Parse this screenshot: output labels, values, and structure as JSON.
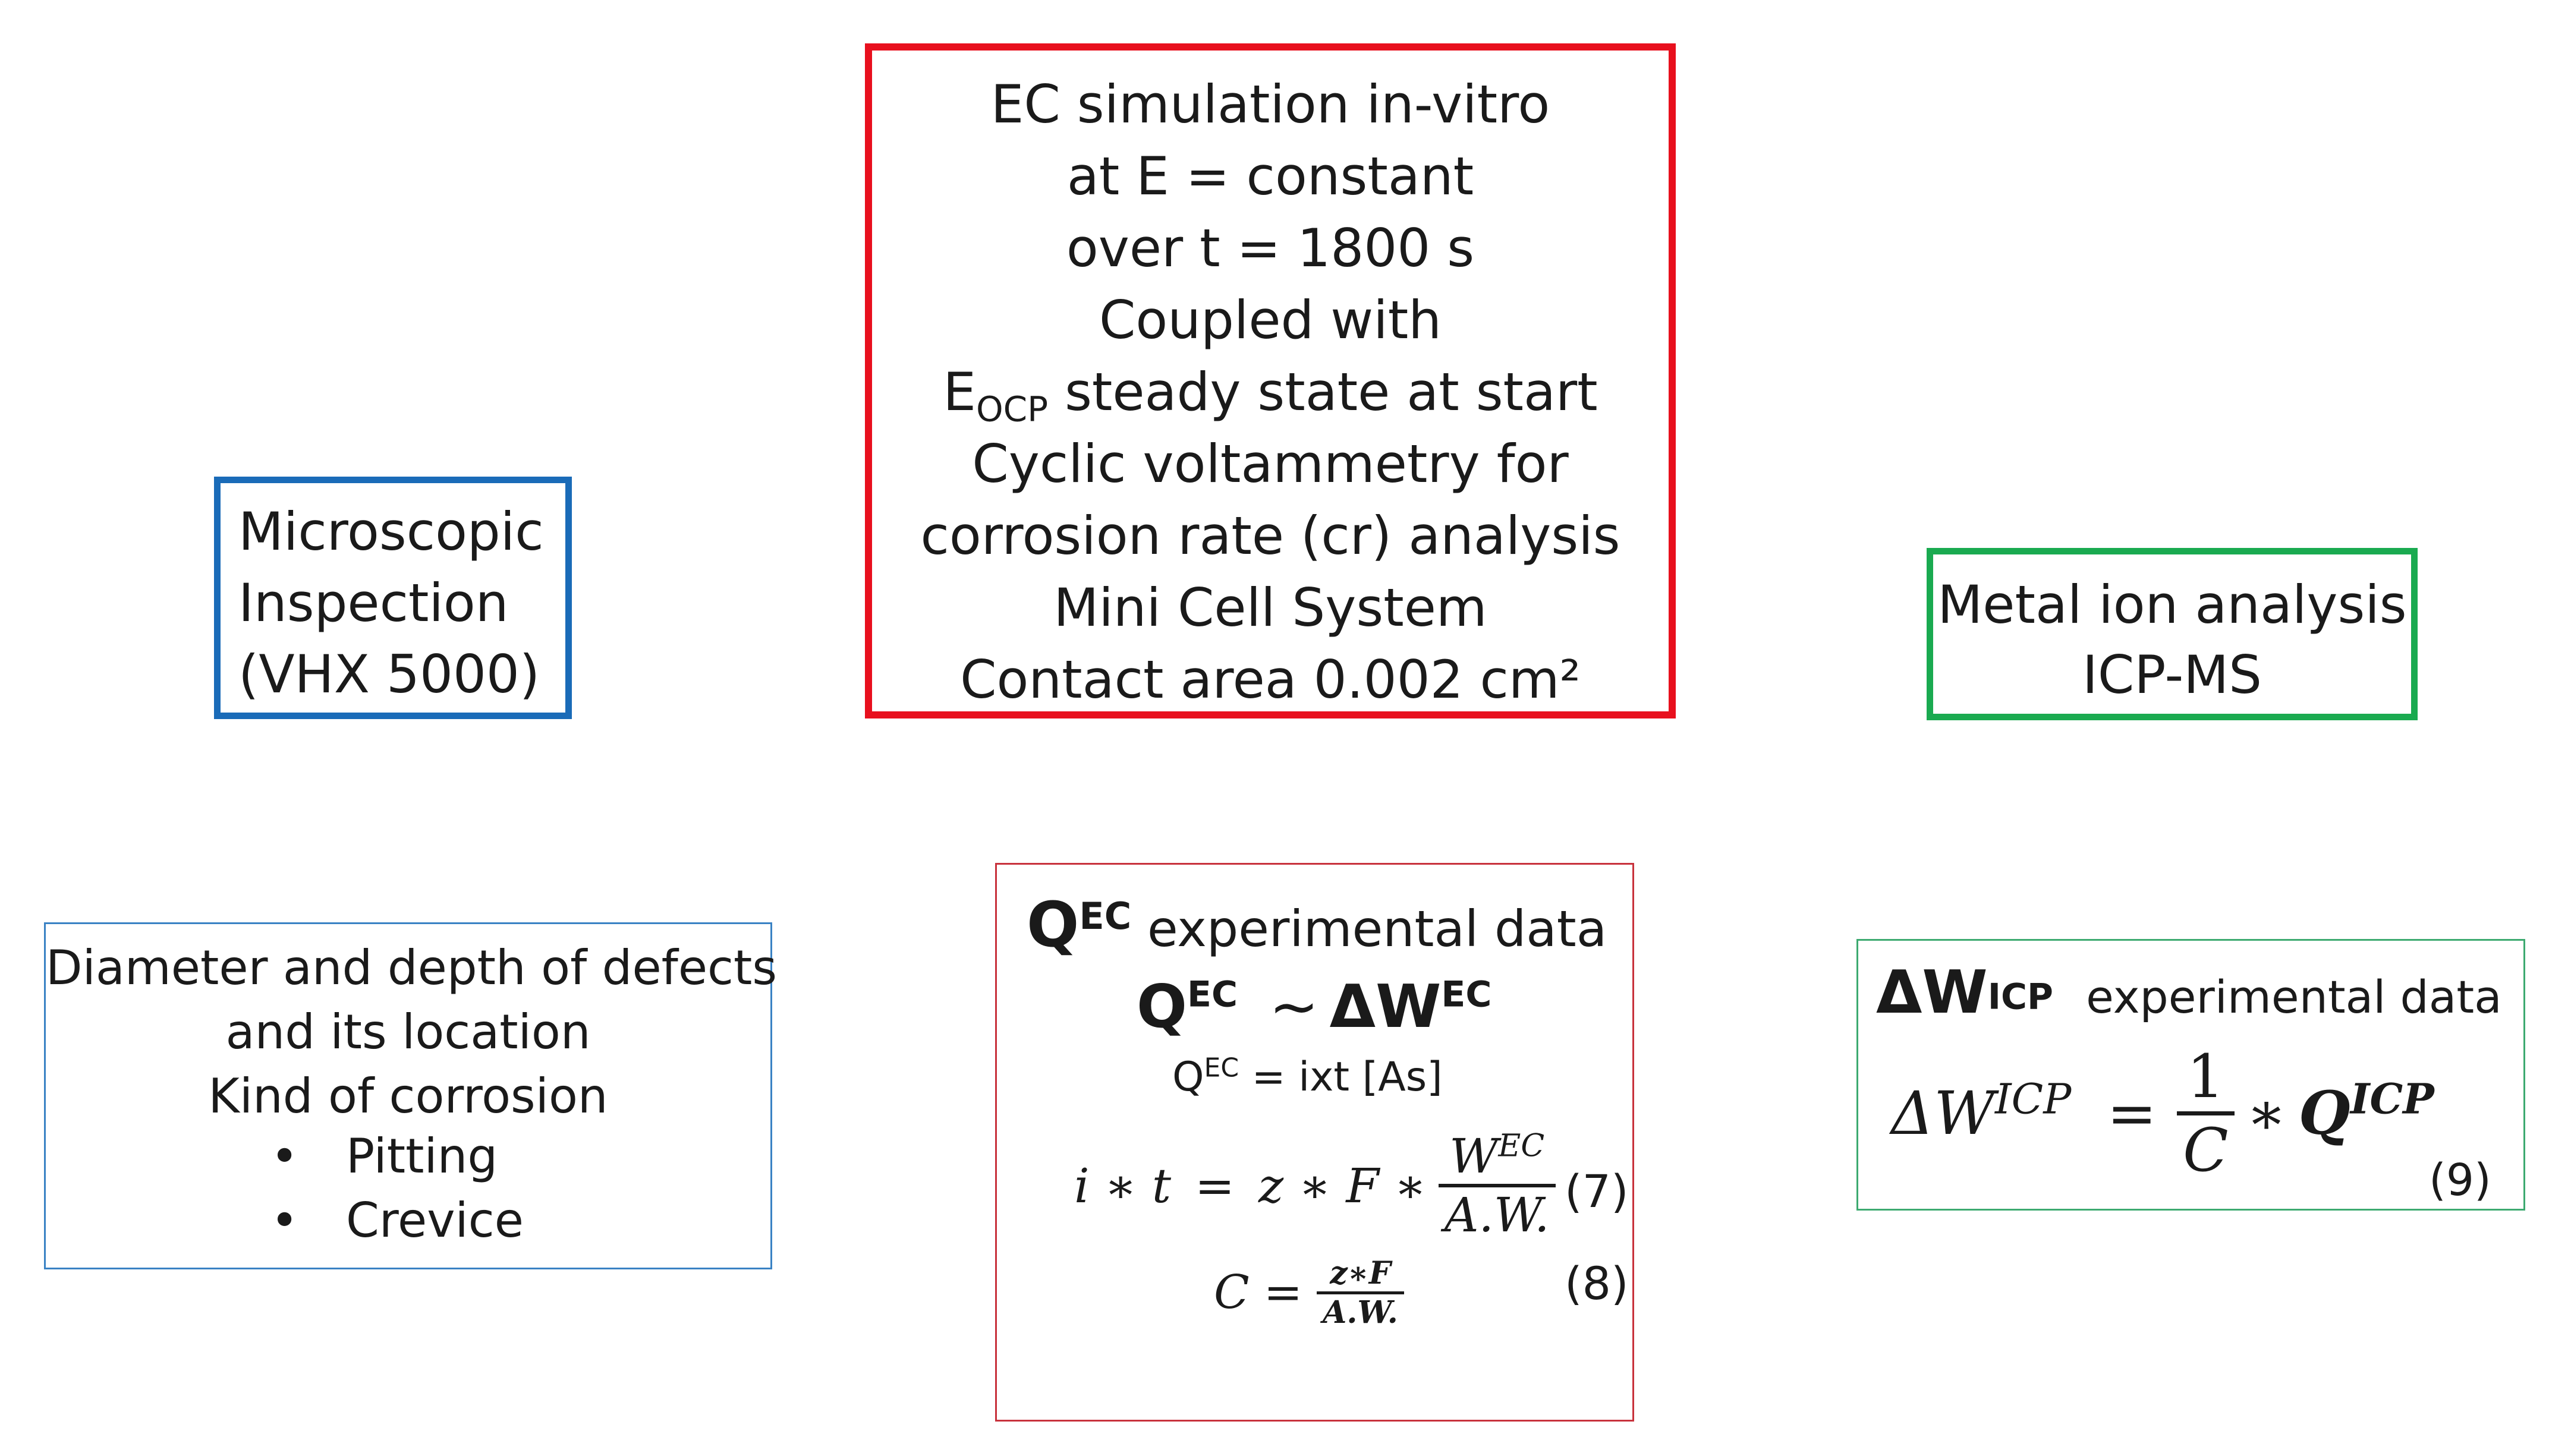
{
  "ec_box": {
    "lines": [
      "EC simulation in-vitro",
      "at E = constant",
      "over t = 1800 s",
      "Coupled with"
    ],
    "eocp_base": "E",
    "eocp_sub": "OCP",
    "eocp_rest": " steady state at start",
    "lines2": [
      "Cyclic voltammetry for",
      "corrosion rate (cr) analysis",
      "Mini Cell System",
      "Contact area 0.002 cm²"
    ]
  },
  "micro_box": {
    "lines": [
      "Microscopic",
      "Inspection",
      "(VHX 5000)"
    ]
  },
  "metal_box": {
    "lines": [
      "Metal ion analysis",
      "ICP-MS"
    ]
  },
  "defects_box": {
    "lines": [
      "Diameter and depth of defects",
      "and its location",
      "Kind of corrosion"
    ],
    "bullet": "•",
    "items": [
      "Pitting",
      "Crevice"
    ]
  },
  "qec_box": {
    "title_q": "Q",
    "title_sup": "EC",
    "title_rest": " experimental data",
    "rel_q": "Q",
    "rel_sup": "EC",
    "rel_tilde": "~",
    "rel_dw": "ΔW",
    "rel_sup2": "EC",
    "def_q": "Q",
    "def_sup": "EC",
    "def_rest": " = ixt [As]",
    "eq7_lhs": "i ∗ t",
    "eq7_eq": "=",
    "eq7_mid": "z ∗ F ∗",
    "eq7_num_w": "W",
    "eq7_num_sup": "EC",
    "eq7_den": "A.W.",
    "eq7_tag": "(7)",
    "eq8_lhs": "C",
    "eq8_eq": "=",
    "eq8_num": "z∗F",
    "eq8_den": "A.W.",
    "eq8_tag": "(8)"
  },
  "dw_box": {
    "title_dw": "ΔW",
    "title_sup": "ICP",
    "title_rest": "experimental data",
    "eq_lhs": "ΔW",
    "eq_lhs_sup": "ICP",
    "eq_eq": "=",
    "eq_num": "1",
    "eq_den": "C",
    "eq_mul": "∗",
    "eq_q": "Q",
    "eq_q_sup": "ICP",
    "eq_tag": "(9)"
  }
}
